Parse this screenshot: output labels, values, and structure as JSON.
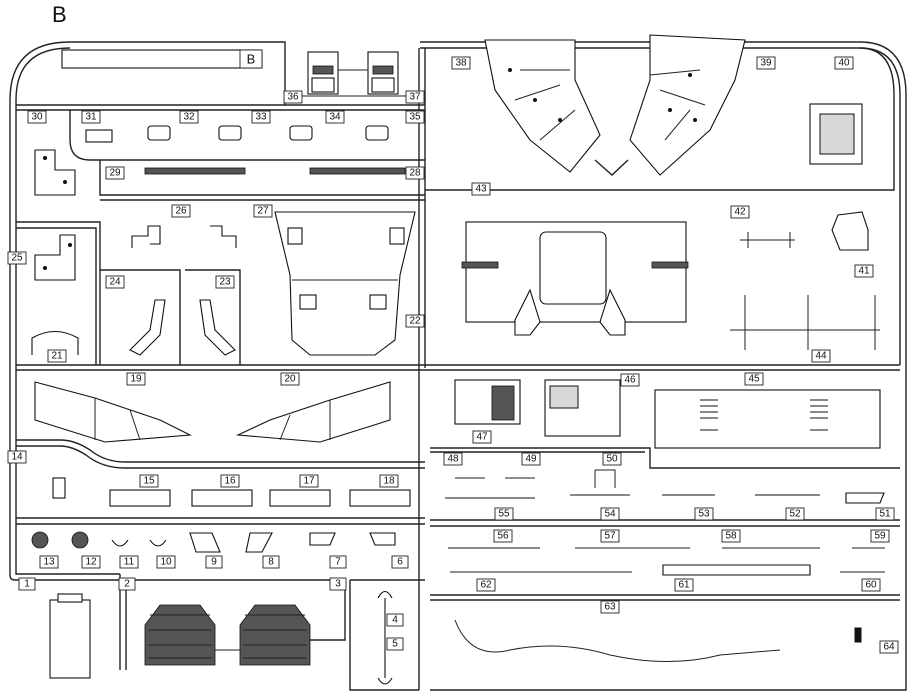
{
  "sheet": {
    "title": "B",
    "nameplate_letter": "B"
  },
  "parts": {
    "p1": "1",
    "p2": "2",
    "p3": "3",
    "p4": "4",
    "p5": "5",
    "p6": "6",
    "p7": "7",
    "p8": "8",
    "p9": "9",
    "p10": "10",
    "p11": "11",
    "p12": "12",
    "p13": "13",
    "p14": "14",
    "p15": "15",
    "p16": "16",
    "p17": "17",
    "p18": "18",
    "p19": "19",
    "p20": "20",
    "p21": "21",
    "p22": "22",
    "p23": "23",
    "p24": "24",
    "p25": "25",
    "p26": "26",
    "p27": "27",
    "p28": "28",
    "p29": "29",
    "p30": "30",
    "p31": "31",
    "p32": "32",
    "p33": "33",
    "p34": "34",
    "p35": "35",
    "p36": "36",
    "p37": "37",
    "p38": "38",
    "p39": "39",
    "p40": "40",
    "p41": "41",
    "p42": "42",
    "p43": "43",
    "p44": "44",
    "p45": "45",
    "p46": "46",
    "p47": "47",
    "p48": "48",
    "p49": "49",
    "p50": "50",
    "p51": "51",
    "p52": "52",
    "p53": "53",
    "p54": "54",
    "p55": "55",
    "p56": "56",
    "p57": "57",
    "p58": "58",
    "p59": "59",
    "p60": "60",
    "p61": "61",
    "p62": "62",
    "p63": "63",
    "p64": "64"
  }
}
